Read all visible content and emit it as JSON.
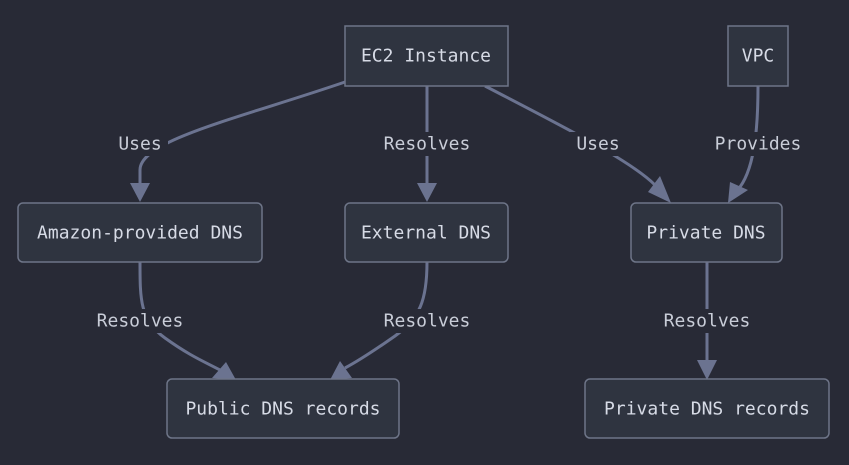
{
  "colors": {
    "background": "#282a36",
    "node_fill": "#2f3440",
    "node_border": "#6e7588",
    "edge": "#6b7390",
    "text": "#d7dbe6"
  },
  "nodes": {
    "ec2": "EC2 Instance",
    "vpc": "VPC",
    "amazon_dns": "Amazon-provided DNS",
    "external_dns": "External DNS",
    "private_dns": "Private DNS",
    "public_records": "Public DNS records",
    "private_records": "Private DNS records"
  },
  "edges": [
    {
      "from": "EC2 Instance",
      "to": "Amazon-provided DNS",
      "label": "Uses"
    },
    {
      "from": "EC2 Instance",
      "to": "External DNS",
      "label": "Resolves"
    },
    {
      "from": "EC2 Instance",
      "to": "Private DNS",
      "label": "Uses"
    },
    {
      "from": "VPC",
      "to": "Private DNS",
      "label": "Provides"
    },
    {
      "from": "Amazon-provided DNS",
      "to": "Public DNS records",
      "label": "Resolves"
    },
    {
      "from": "External DNS",
      "to": "Public DNS records",
      "label": "Resolves"
    },
    {
      "from": "Private DNS",
      "to": "Private DNS records",
      "label": "Resolves"
    }
  ]
}
